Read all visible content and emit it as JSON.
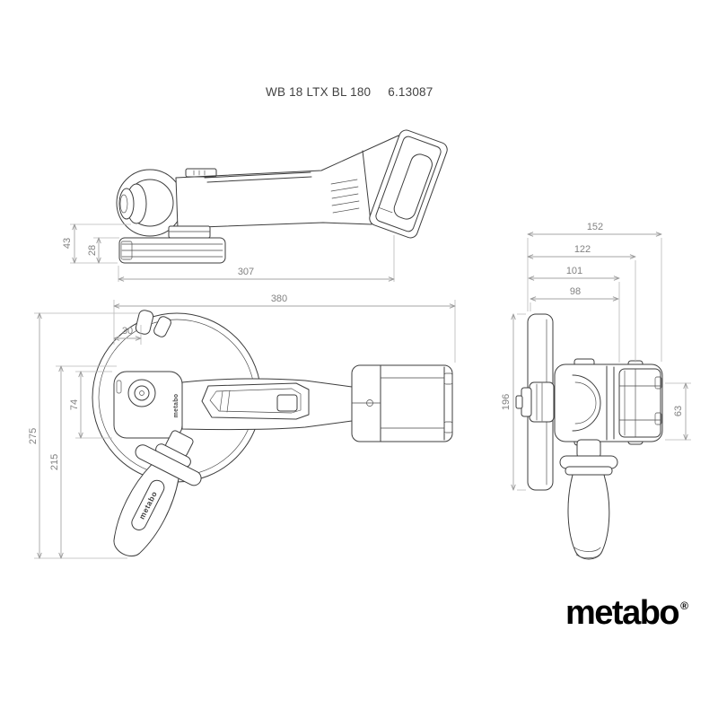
{
  "header": {
    "model": "WB 18 LTX BL 180",
    "article_no": "6.13087"
  },
  "views": {
    "side": {
      "dims": {
        "spindle_height": "43",
        "brush_thickness": "28",
        "body_length": "307"
      }
    },
    "top": {
      "dims": {
        "overall_length": "380",
        "head_front_offset": "30",
        "head_width": "74",
        "overall_width": "275",
        "width_to_handle_end": "215"
      },
      "tool_label": "metabo"
    },
    "front": {
      "dims": {
        "overall_width": "152",
        "width_to_battery": "122",
        "width_inner": "101",
        "width_to_disc": "98",
        "disc_diameter": "196",
        "housing_height": "63"
      }
    }
  },
  "branding": {
    "logo": "metabo",
    "registered": "®"
  },
  "colors": {
    "drawing_line": "#3d3d3d",
    "dimension_line": "#a6a6a6",
    "dimension_text": "#828282",
    "logo": "#000000",
    "title_text": "#424242"
  }
}
